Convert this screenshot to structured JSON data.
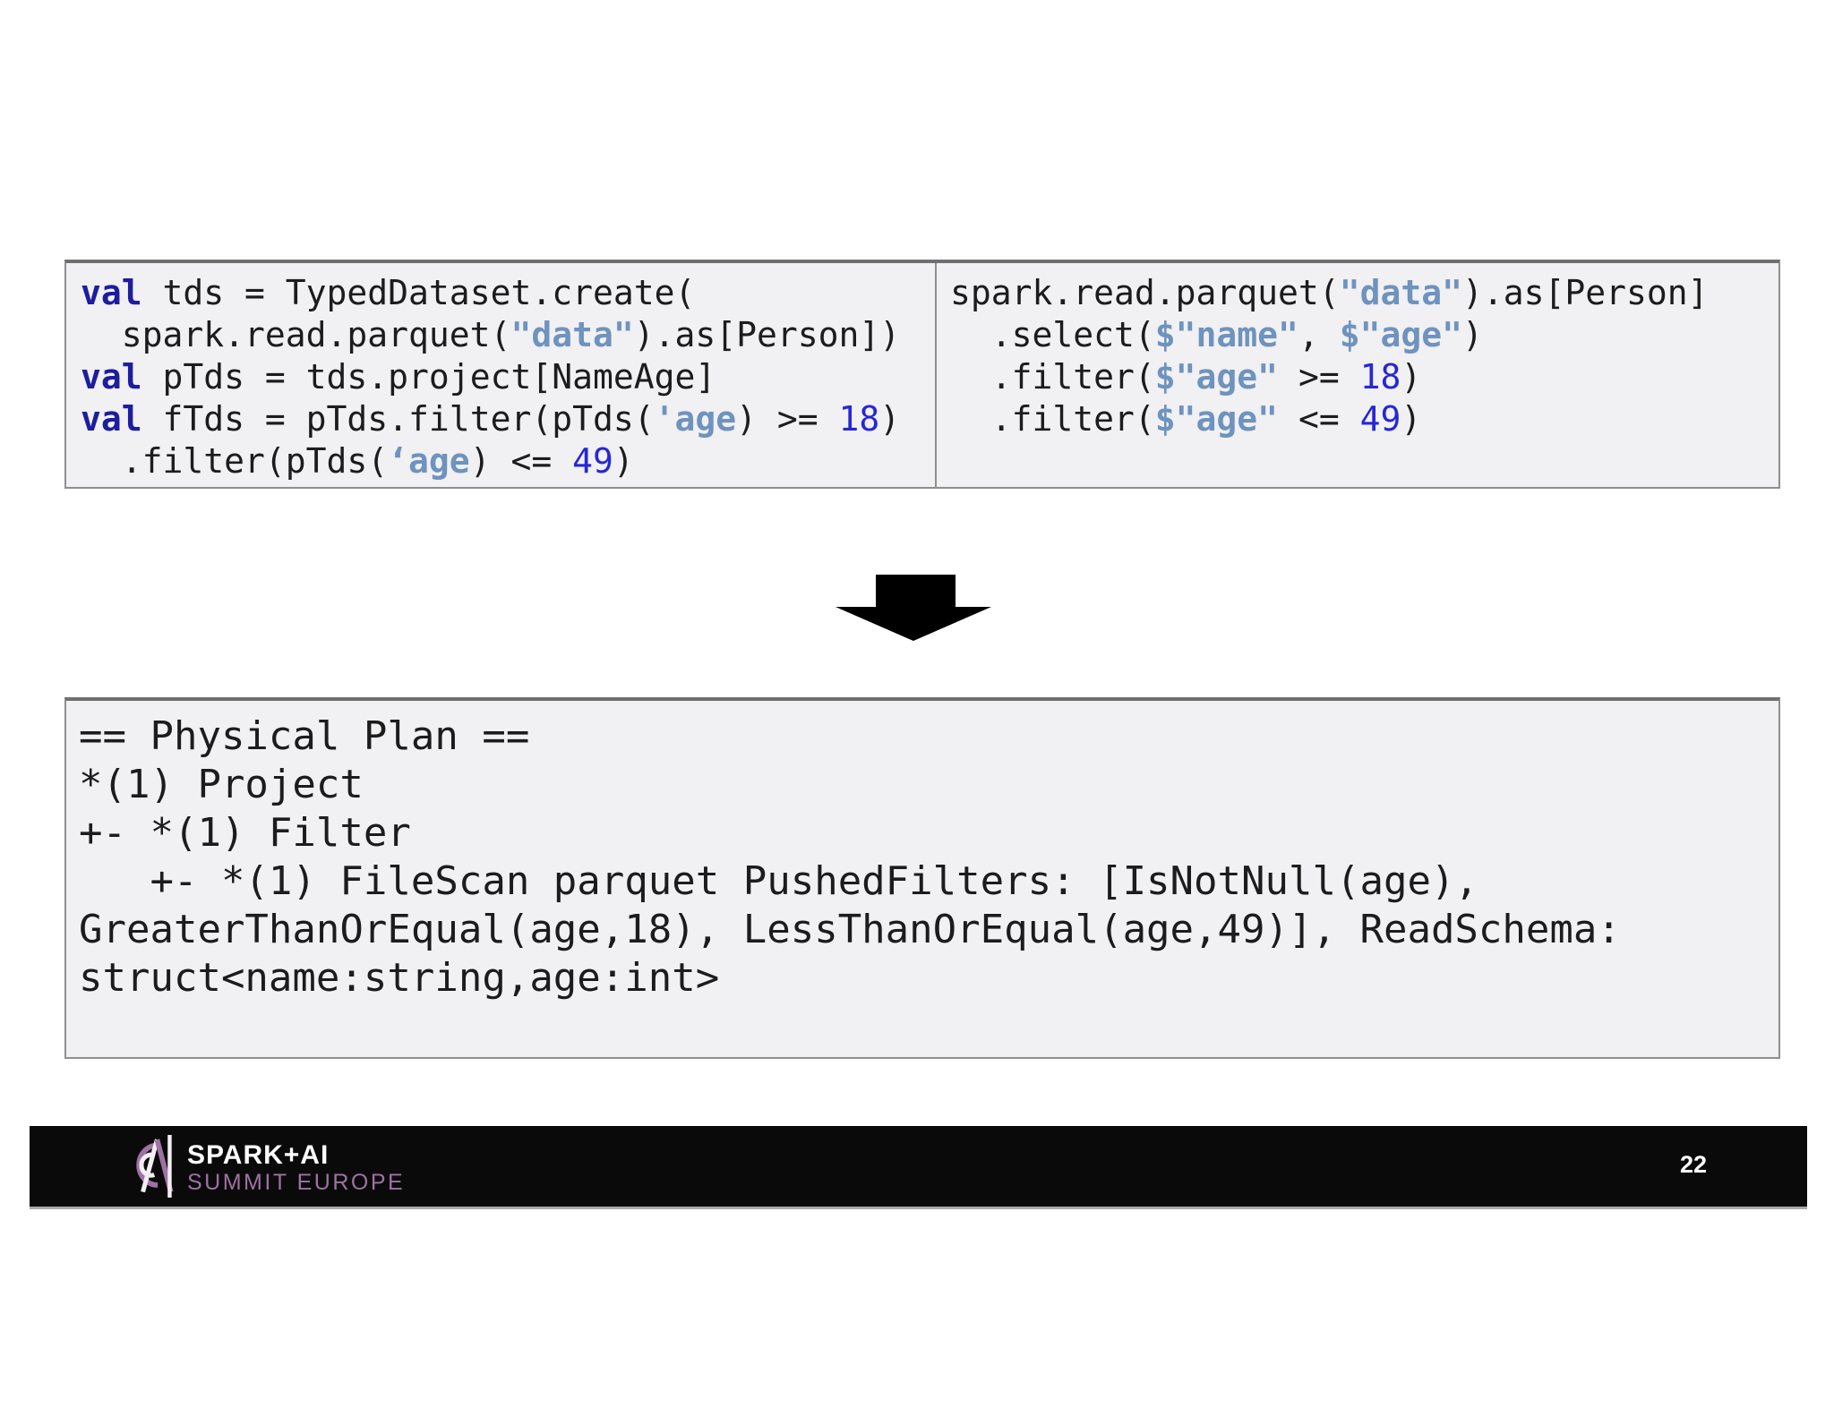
{
  "colors": {
    "keyword": "#1d1d9e",
    "string": "#6e93be",
    "number": "#2626d8",
    "code_text": "#1c1c1c",
    "box_bg": "#f1f0f2",
    "box_border": "#8f8f8f",
    "box_border_top": "#6f6f6f",
    "footer_bg": "#0a0a0b",
    "brand_purple": "#9e72a2",
    "arrow": "#000000"
  },
  "code_blocks": {
    "typed_dataset": {
      "lines": [
        [
          [
            "kw",
            "val"
          ],
          [
            "pl",
            " tds = TypedDataset.create("
          ]
        ],
        [
          [
            "pl",
            "  spark.read.parquet("
          ],
          [
            "str",
            "\"data\""
          ],
          [
            "pl",
            ").as[Person])"
          ]
        ],
        [
          [
            "kw",
            "val"
          ],
          [
            "pl",
            " pTds = tds.project[NameAge]"
          ]
        ],
        [
          [
            "kw",
            "val"
          ],
          [
            "pl",
            " fTds = pTds.filter(pTds("
          ],
          [
            "str",
            "'age"
          ],
          [
            "pl",
            ") >= "
          ],
          [
            "num",
            "18"
          ],
          [
            "pl",
            ")"
          ]
        ],
        [
          [
            "pl",
            "  .filter(pTds("
          ],
          [
            "str",
            "‘age"
          ],
          [
            "pl",
            ") <= "
          ],
          [
            "num",
            "49"
          ],
          [
            "pl",
            ")"
          ]
        ]
      ]
    },
    "dataframe": {
      "lines": [
        [
          [
            "pl",
            "spark.read.parquet("
          ],
          [
            "str",
            "\"data\""
          ],
          [
            "pl",
            ").as[Person]"
          ]
        ],
        [
          [
            "pl",
            "  .select("
          ],
          [
            "str",
            "$\"name\""
          ],
          [
            "pl",
            ", "
          ],
          [
            "str",
            "$\"age\""
          ],
          [
            "pl",
            ")"
          ]
        ],
        [
          [
            "pl",
            "  .filter("
          ],
          [
            "str",
            "$\"age\""
          ],
          [
            "pl",
            " >= "
          ],
          [
            "num",
            "18"
          ],
          [
            "pl",
            ")"
          ]
        ],
        [
          [
            "pl",
            "  .filter("
          ],
          [
            "str",
            "$\"age\""
          ],
          [
            "pl",
            " <= "
          ],
          [
            "num",
            "49"
          ],
          [
            "pl",
            ")"
          ]
        ]
      ]
    },
    "physical_plan": {
      "lines": [
        [
          [
            "pl",
            "== Physical Plan =="
          ]
        ],
        [
          [
            "pl",
            "*(1) Project"
          ]
        ],
        [
          [
            "pl",
            "+- *(1) Filter"
          ]
        ],
        [
          [
            "pl",
            "   +- *(1) FileScan parquet PushedFilters: [IsNotNull(age),"
          ]
        ],
        [
          [
            "pl",
            "GreaterThanOrEqual(age,18), LessThanOrEqual(age,49)], ReadSchema:"
          ]
        ],
        [
          [
            "pl",
            "struct<name:string,age:int>"
          ]
        ]
      ]
    }
  },
  "footer": {
    "brand_title": "SPARK+AI",
    "brand_subtitle": "SUMMIT EUROPE",
    "page_number": "22"
  }
}
